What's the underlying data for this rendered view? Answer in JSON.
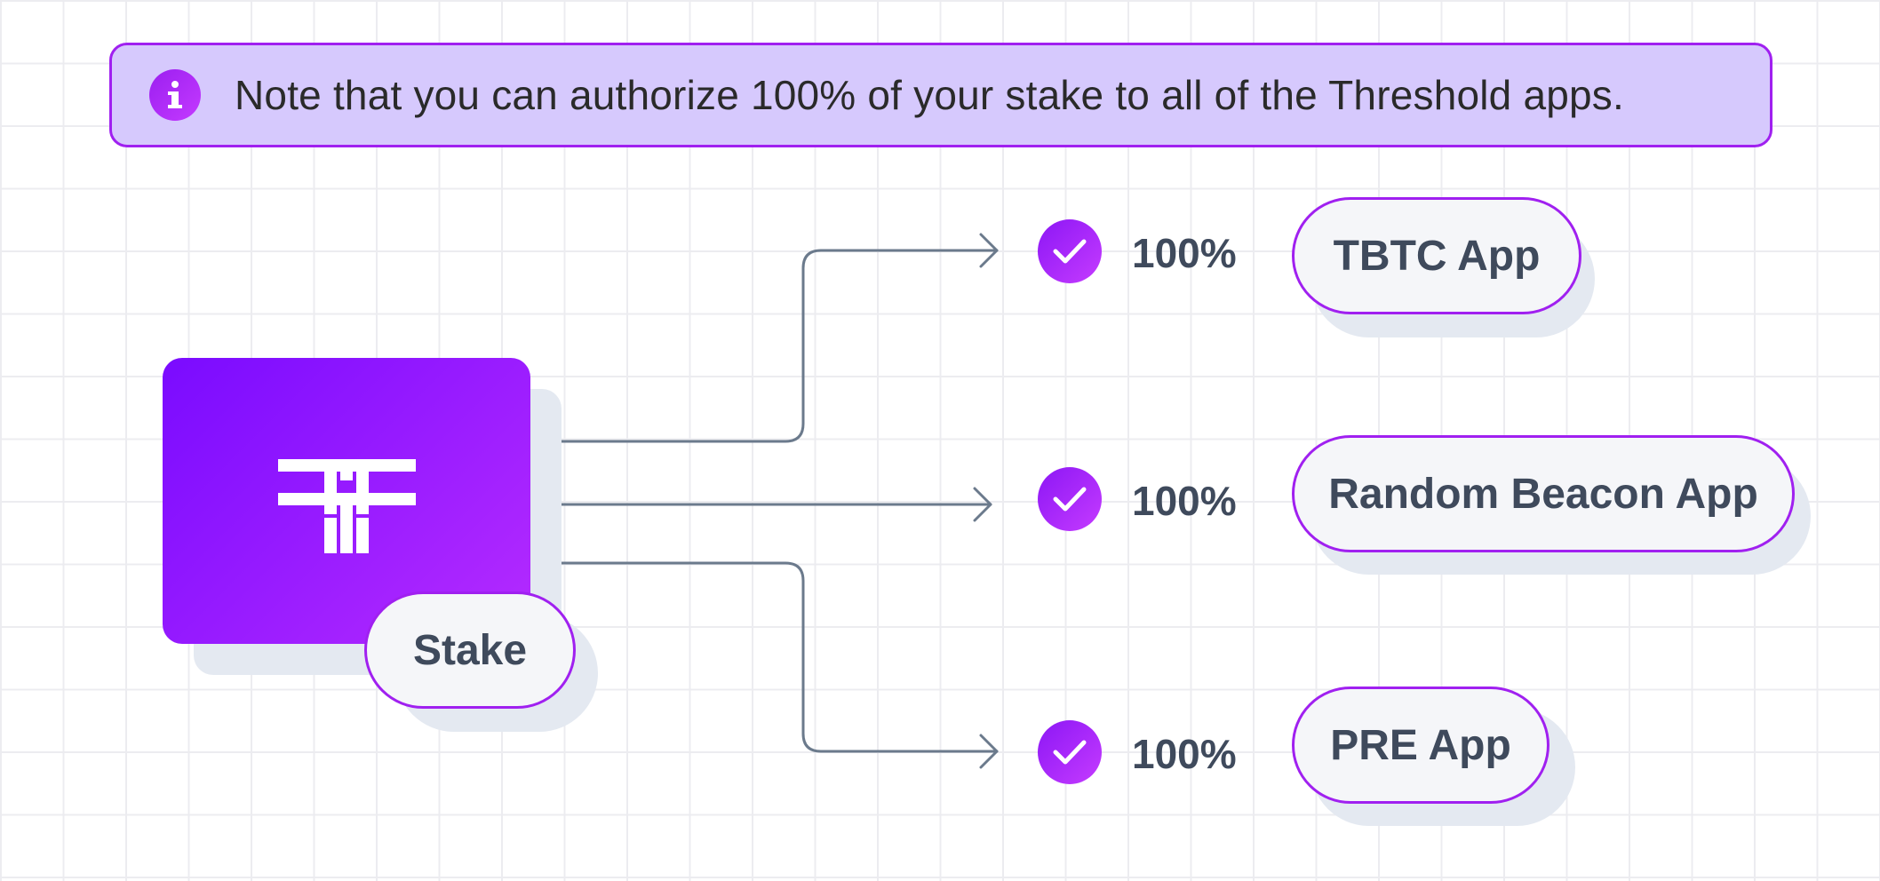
{
  "note": {
    "text": "Note that you can authorize 100% of your stake to all of the Threshold apps.",
    "icon": "info-icon"
  },
  "stake": {
    "label": "Stake",
    "logo": "threshold-logo"
  },
  "apps": [
    {
      "name": "TBTC App",
      "percent": "100%",
      "authorized": true
    },
    {
      "name": "Random Beacon App",
      "percent": "100%",
      "authorized": true
    },
    {
      "name": "PRE App",
      "percent": "100%",
      "authorized": true
    }
  ],
  "colors": {
    "accent": "#a020f0",
    "note_background": "#d6c9fd",
    "text": "#3f4a5c",
    "connector": "#6b7a8c"
  }
}
